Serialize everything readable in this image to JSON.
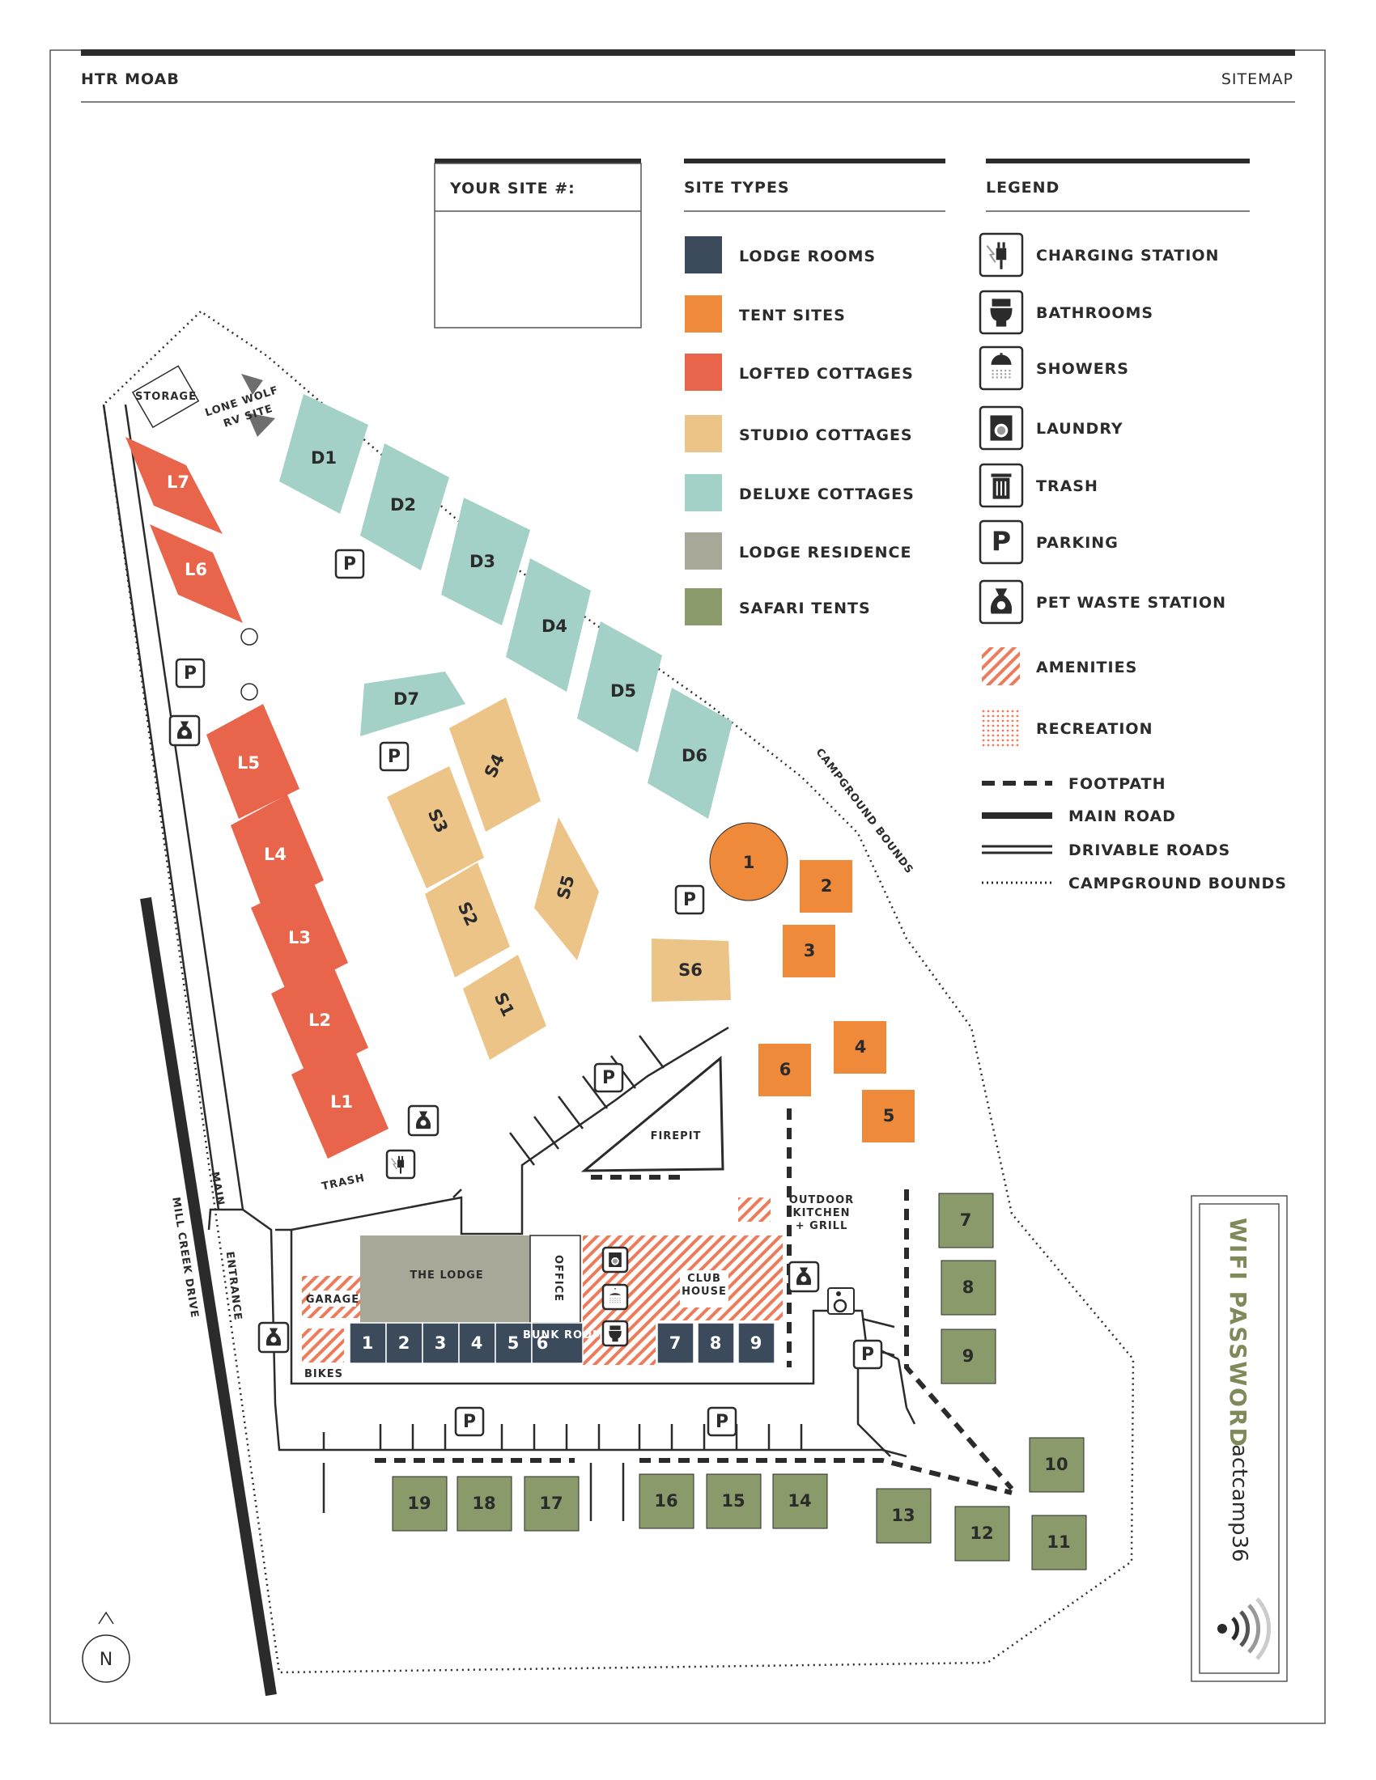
{
  "header": {
    "title": "HTR MOAB",
    "right": "SITEMAP"
  },
  "your_site": {
    "label": "YOUR SITE #:"
  },
  "site_types": {
    "title": "SITE TYPES",
    "items": [
      {
        "label": "LODGE ROOMS",
        "color": "#3b4b5c"
      },
      {
        "label": "TENT SITES",
        "color": "#ef8a3a"
      },
      {
        "label": "LOFTED COTTAGES",
        "color": "#e8644a"
      },
      {
        "label": "STUDIO COTTAGES",
        "color": "#ecc487"
      },
      {
        "label": "DELUXE COTTAGES",
        "color": "#a3d1c8"
      },
      {
        "label": "LODGE RESIDENCE",
        "color": "#a8a899"
      },
      {
        "label": "SAFARI TENTS",
        "color": "#8b9a6a"
      }
    ]
  },
  "legend": {
    "title": "LEGEND",
    "icons": [
      {
        "label": "CHARGING STATION",
        "icon": "charging-icon"
      },
      {
        "label": "BATHROOMS",
        "icon": "toilet-icon"
      },
      {
        "label": "SHOWERS",
        "icon": "shower-icon"
      },
      {
        "label": "LAUNDRY",
        "icon": "washer-icon"
      },
      {
        "label": "TRASH",
        "icon": "trash-icon"
      },
      {
        "label": "PARKING",
        "icon": "parking-icon"
      },
      {
        "label": "PET WASTE STATION",
        "icon": "pet-waste-icon"
      },
      {
        "label": "AMENITIES",
        "icon": "hatch-swatch"
      },
      {
        "label": "RECREATION",
        "icon": "dots-swatch"
      }
    ],
    "lines": [
      {
        "label": "FOOTPATH"
      },
      {
        "label": "MAIN ROAD"
      },
      {
        "label": "DRIVABLE ROADS"
      },
      {
        "label": "CAMPGROUND BOUNDS"
      }
    ]
  },
  "map": {
    "lofted": [
      "L7",
      "L6",
      "L5",
      "L4",
      "L3",
      "L2",
      "L1"
    ],
    "deluxe": [
      "D1",
      "D2",
      "D3",
      "D4",
      "D5",
      "D6",
      "D7"
    ],
    "studio": [
      "S4",
      "S3",
      "S5",
      "S2",
      "S1",
      "S6"
    ],
    "tents": [
      "1",
      "2",
      "3",
      "4",
      "5",
      "6"
    ],
    "safari": [
      "7",
      "8",
      "9",
      "10",
      "11",
      "12",
      "13",
      "14",
      "15",
      "16",
      "17",
      "18",
      "19"
    ],
    "lodge_rooms": [
      "1",
      "2",
      "3",
      "4",
      "5",
      "6",
      "7",
      "8",
      "9"
    ],
    "bunk_room": "BUNK ROOM",
    "storage": "STORAGE",
    "lone_wolf": [
      "LONE WOLF",
      "RV SITE"
    ],
    "the_lodge": "THE LODGE",
    "office": "OFFICE",
    "club_house": [
      "CLUB",
      "HOUSE"
    ],
    "garage": "GARAGE",
    "bikes": "BIKES",
    "firepit": "FIREPIT",
    "outdoor_kitchen": [
      "OUTDOOR",
      "KITCHEN",
      "+ GRILL"
    ],
    "trash": "TRASH",
    "main": "MAIN",
    "entrance": "ENTRANCE",
    "mill_creek": "MILL CREEK DRIVE",
    "campground_bounds": "CAMPGROUND BOUNDS",
    "parking_letter": "P",
    "north": "N"
  },
  "wifi": {
    "title": "WIFI PASSWORD",
    "password": "actcamp36"
  }
}
